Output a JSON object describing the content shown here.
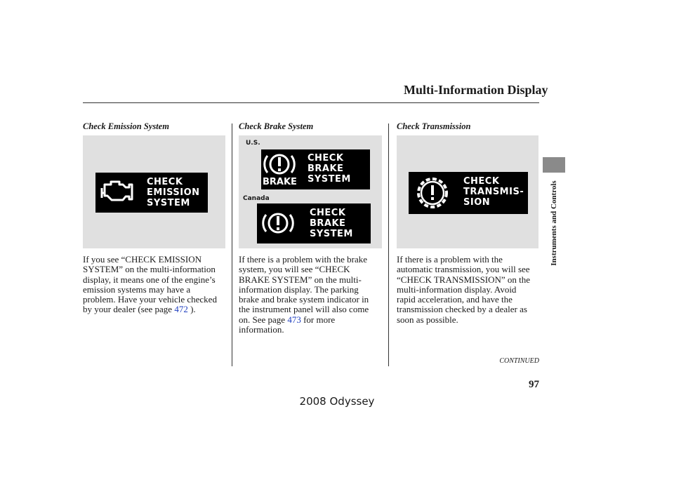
{
  "page": {
    "title": "Multi-Information Display",
    "side_label": "Instruments and Controls",
    "continued": "CONTINUED",
    "page_number": "97",
    "footer": "2008  Odyssey"
  },
  "columns": {
    "emission": {
      "heading": "Check Emission System",
      "display_text": "CHECK\nEMISSION\nSYSTEM",
      "icon": "check-engine-icon",
      "body_before": "If you see “CHECK EMISSION\nSYSTEM” on the multi-information\ndisplay, it means one of the engine’s\nemission systems may have a\nproblem. Have your vehicle checked\nby your dealer  (see page ",
      "link": "472",
      "body_after": " )."
    },
    "brake": {
      "heading": "Check Brake System",
      "us_label": "U.S.",
      "canada_label": "Canada",
      "us_display_text": "CHECK\nBRAKE\nSYSTEM",
      "us_icon_caption": "BRAKE",
      "canada_display_text": "CHECK\nBRAKE\nSYSTEM",
      "icon": "brake-warning-icon",
      "body_before": "If there is a problem with the brake\nsystem, you will see “CHECK\nBRAKE SYSTEM” on the multi-\ninformation display. The parking\nbrake and brake system indicator in\nthe instrument panel will also come\non. See page ",
      "link": "473",
      "body_after": " for more\ninformation."
    },
    "transmission": {
      "heading": "Check Transmission",
      "display_text": "CHECK\nTRANSMIS-\nSION",
      "icon": "transmission-warning-icon",
      "body": "If there is a problem with the\nautomatic transmission, you will see\n“CHECK TRANSMISSION” on the\nmulti-information display. Avoid\nrapid acceleration, and have the\ntransmission checked by a dealer as\nsoon as possible."
    }
  }
}
